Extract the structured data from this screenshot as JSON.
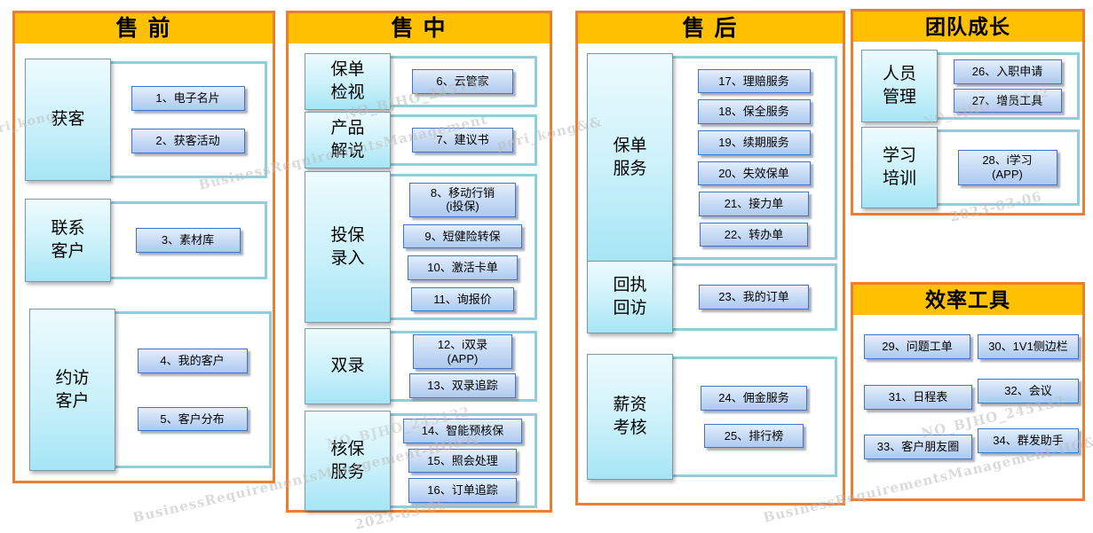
{
  "watermarks": {
    "w1": "peri_kong",
    "w2": "BusinessRequirementsManagement",
    "w3": "NO_BJHO_245132",
    "w4": "peri_kong&&",
    "w5": "BusinessRequirementsManagement-HO&&",
    "w6": "2023-03-06",
    "w7": "BusinessRequirementsManagement-HO&&peri_kong",
    "w8": "NO_BJHO_245132",
    "w9": "2023-03-06",
    "w10": "NO_BJHO_245132",
    "w11": "NO_BJHO_245132"
  },
  "colors": {
    "header_bg": "#FFC000",
    "panel_border": "#ED7D31",
    "section_border": "#92CDDC",
    "button_border": "#4472C4",
    "label_fill": "#A6E5F5"
  },
  "panels": {
    "presale": {
      "title": "售 前",
      "sections": {
        "huoke": {
          "label": "获客",
          "buttons": {
            "b1": "1、电子名片",
            "b2": "2、获客活动"
          }
        },
        "lianxi": {
          "label": "联系\n客户",
          "buttons": {
            "b3": "3、素材库"
          }
        },
        "yuefang": {
          "label": "约访\n客户",
          "buttons": {
            "b4": "4、我的客户",
            "b5": "5、客户分布"
          }
        }
      }
    },
    "midsale": {
      "title": "售 中",
      "sections": {
        "jianshi": {
          "label": "保单\n检视",
          "buttons": {
            "b6": "6、云管家"
          }
        },
        "jieshuo": {
          "label": "产品\n解说",
          "buttons": {
            "b7": "7、建议书"
          }
        },
        "toubao": {
          "label": "投保\n录入",
          "buttons": {
            "b8": "8、移动行销",
            "b8b": "(i投保)",
            "b9": "9、短健险转保",
            "b10": "10、激活卡单",
            "b11": "11、询报价"
          }
        },
        "shuanglu": {
          "label": "双录",
          "buttons": {
            "b12": "12、i双录",
            "b12b": "(APP)",
            "b13": "13、双录追踪"
          }
        },
        "hebao": {
          "label": "核保\n服务",
          "buttons": {
            "b14": "14、智能预核保",
            "b15": "15、照会处理",
            "b16": "16、订单追踪"
          }
        }
      }
    },
    "aftersale": {
      "title": "售 后",
      "sections": {
        "baodanfuwu": {
          "label": "保单\n服务",
          "buttons": {
            "b17": "17、理赔服务",
            "b18": "18、保全服务",
            "b19": "19、续期服务",
            "b20": "20、失效保单",
            "b21": "21、接力单",
            "b22": "22、转办单"
          }
        },
        "huizhi": {
          "label": "回执\n回访",
          "buttons": {
            "b23": "23、我的订单"
          }
        },
        "xinzi": {
          "label": "薪资\n考核",
          "buttons": {
            "b24": "24、佣金服务",
            "b25": "25、排行榜"
          }
        }
      }
    },
    "team": {
      "title": "团队成长",
      "sections": {
        "renyuan": {
          "label": "人员\n管理",
          "buttons": {
            "b26": "26、入职申请",
            "b27": "27、增员工具"
          }
        },
        "xuexi": {
          "label": "学习\n培训",
          "buttons": {
            "b28": "28、i学习",
            "b28b": "(APP)"
          }
        }
      }
    },
    "tools": {
      "title": "效率工具",
      "buttons": {
        "b29": "29、问题工单",
        "b30": "30、1V1侧边栏",
        "b31": "31、日程表",
        "b32": "32、会议",
        "b33": "33、客户朋友圈",
        "b34": "34、群发助手"
      }
    }
  }
}
